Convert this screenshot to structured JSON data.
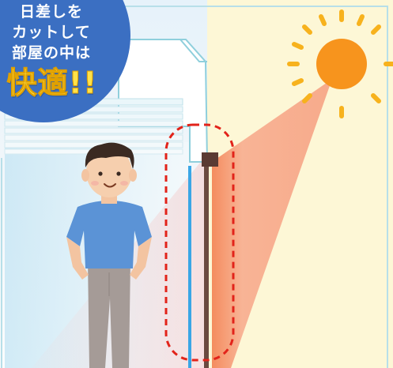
{
  "badge": {
    "line1": "日差しを",
    "line2": "カットして",
    "line3": "部屋の中は",
    "headline": "快適!!"
  },
  "colors": {
    "sun": "#f7941d",
    "beam": "#f9a98a",
    "cream_bg": "#fdf7d6",
    "badge_blue": "#3b6fc2",
    "headline_yellow": "#ffe24a",
    "highlight_dash": "#e2231a",
    "shutter_brown": "#5a3b33"
  }
}
